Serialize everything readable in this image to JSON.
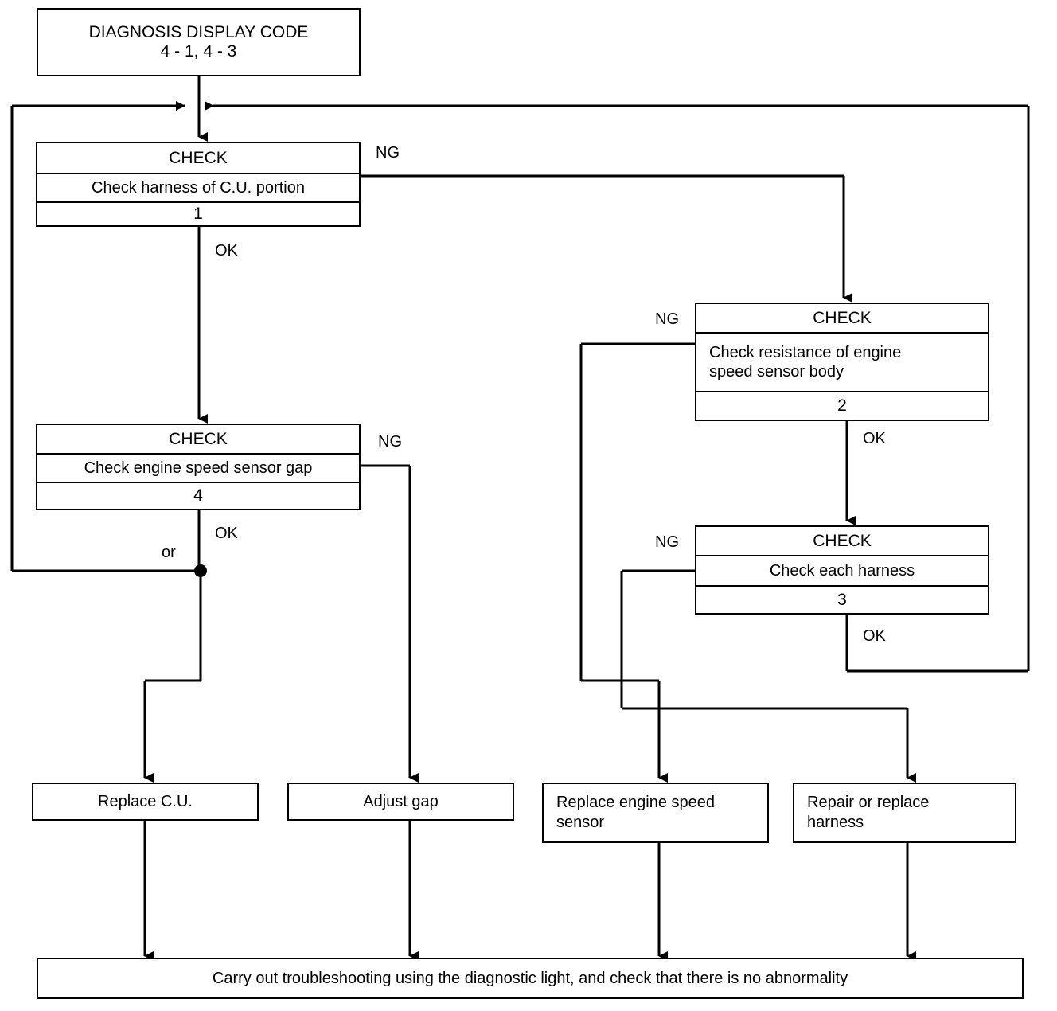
{
  "diagram": {
    "type": "flowchart",
    "title_box": {
      "line1": "DIAGNOSIS DISPLAY CODE",
      "line2": "4 - 1, 4 - 3"
    },
    "check_boxes": [
      {
        "id": "check-1",
        "header": "CHECK",
        "body": "Check harness of C.U. portion",
        "number": "1",
        "align": "center"
      },
      {
        "id": "check-2",
        "header": "CHECK",
        "body_line1": "Check resistance of engine",
        "body_line2": "speed sensor body",
        "number": "2",
        "align": "left"
      },
      {
        "id": "check-3",
        "header": "CHECK",
        "body": "Check each harness",
        "number": "3",
        "align": "center"
      },
      {
        "id": "check-4",
        "header": "CHECK",
        "body": "Check engine speed sensor gap",
        "number": "4",
        "align": "center"
      }
    ],
    "action_boxes": [
      {
        "id": "replace-cu",
        "text": "Replace C.U."
      },
      {
        "id": "adjust-gap",
        "text": "Adjust gap"
      },
      {
        "id": "replace-sensor-l1",
        "line1": "Replace engine speed",
        "line2": "sensor"
      },
      {
        "id": "repair-harness-l1",
        "line1": "Repair or replace",
        "line2": "harness"
      }
    ],
    "final_box": {
      "text": "Carry out troubleshooting using the diagnostic light, and check that there is no abnormality"
    },
    "edge_labels": {
      "ng_check1": "NG",
      "ok_check1": "OK",
      "ng_check4": "NG",
      "ok_check4": "OK",
      "or_junction": "or",
      "ng_check2": "NG",
      "ok_check2": "OK",
      "ng_check3": "NG",
      "ok_check3": "OK"
    },
    "colors": {
      "line": "#000000",
      "background": "#ffffff",
      "text": "#000000"
    }
  }
}
